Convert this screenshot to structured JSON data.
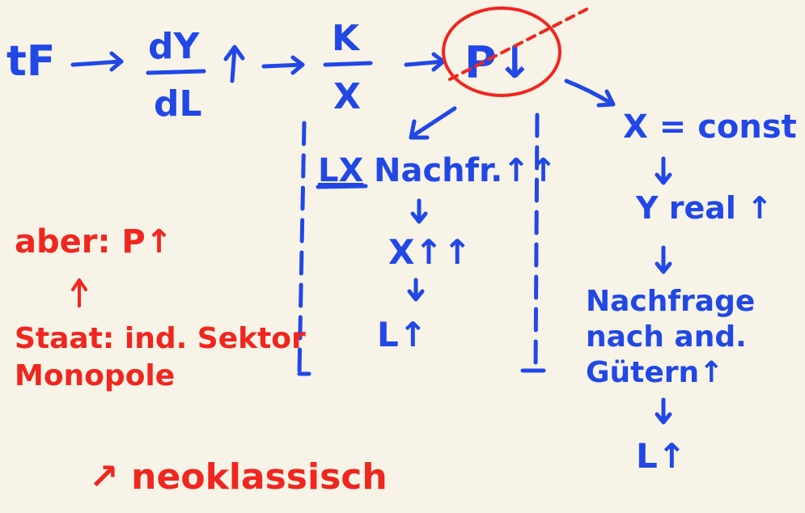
{
  "colors": {
    "paper": "#f7f3e7",
    "blue_ink": "#2148e6",
    "red_ink": "#f0261f"
  },
  "top_row": {
    "tf": "tF",
    "frac1_num": "dY",
    "frac1_den": "dL",
    "frac2_num": "K",
    "frac2_den": "X",
    "p_node": "P↓"
  },
  "middle_branch": {
    "line1_a": "LX",
    "line1_b": "Nachfr.↑↑",
    "line2": "X↑↑",
    "line3": "L↑"
  },
  "right_branch": {
    "line1": "X = const",
    "line2": "Y real ↑",
    "line3": "Nachfrage",
    "line4": "nach and.",
    "line5": "Gütern↑",
    "line6": "L↑"
  },
  "red_notes": {
    "line1": "aber: P↑",
    "line2": "Staat: ind. Sektor",
    "line3": "Monopole",
    "bottom": "↗ neoklassisch"
  }
}
